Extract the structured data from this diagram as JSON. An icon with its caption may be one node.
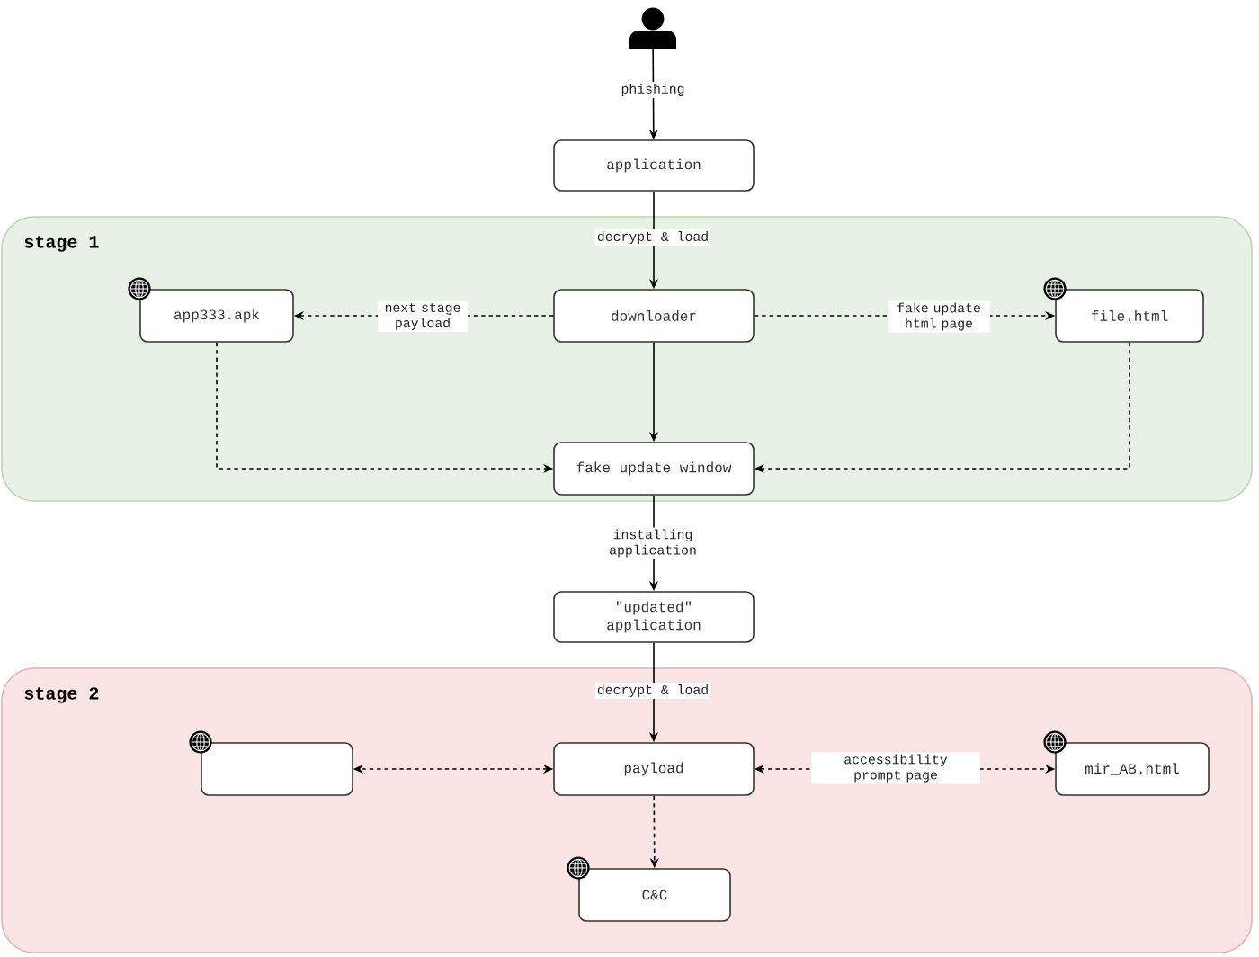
{
  "diagram": {
    "nodes": [
      {
        "text": [],
        "shape": "person"
      },
      {
        "text": [
          "application"
        ]
      },
      {
        "text": [
          "stage 1"
        ]
      },
      {
        "text": [
          "app333.apk"
        ],
        "in": 2
      },
      {
        "text": [
          "downloader"
        ],
        "in": 2
      },
      {
        "text": [
          "file.html"
        ],
        "in": 2
      },
      {
        "text": [
          "fake update window"
        ],
        "in": 2
      },
      {
        "text": [
          "\"updated\" application"
        ]
      },
      {
        "text": [
          "stage 2"
        ]
      },
      {
        "text": [],
        "shape": "box",
        "in": 8
      },
      {
        "text": [
          "payload"
        ],
        "in": 8
      },
      {
        "text": [
          "mir_AB.html"
        ],
        "in": 8
      },
      {
        "text": [
          "C&C"
        ],
        "in": 8
      }
    ],
    "edges": [
      {
        "from": 0,
        "to": 1,
        "arrow": "to",
        "label": "phishing"
      },
      {
        "from": 1,
        "to": 4,
        "arrow": "to",
        "label": "decrypt & load"
      },
      {
        "from": 4,
        "to": 3,
        "arrow": "to",
        "label": "next stage payload",
        "style": "dashed"
      },
      {
        "from": 4,
        "to": 5,
        "arrow": "to",
        "label": "fake update html page",
        "style": "dashed"
      },
      {
        "from": 4,
        "to": 6,
        "arrow": "to"
      },
      {
        "from": 3,
        "to": 6,
        "arrow": "to",
        "style": "dashed"
      },
      {
        "from": 5,
        "to": 6,
        "arrow": "to",
        "style": "dashed"
      },
      {
        "from": 6,
        "to": 7,
        "arrow": "to",
        "label": "installing application"
      },
      {
        "from": 7,
        "to": 10,
        "arrow": "to",
        "label": "decrypt & load"
      },
      {
        "from": 10,
        "to": 9,
        "arrow": "both",
        "style": "dashed"
      },
      {
        "from": 10,
        "to": 11,
        "arrow": "both",
        "label": "accessibility prompt page",
        "style": "dashed"
      },
      {
        "from": 10,
        "to": 12,
        "arrow": "to",
        "style": "dashed"
      }
    ]
  }
}
